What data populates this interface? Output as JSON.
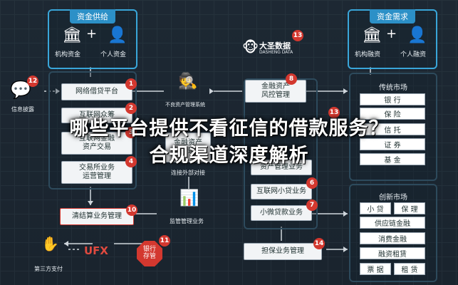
{
  "panels": {
    "supply_title": "资金供给",
    "demand_title": "资金需求",
    "traditional_title": "传统市场",
    "innovative_title": "创新市场"
  },
  "supply": {
    "institution_label": "机构资金",
    "individual_label": "个人资金"
  },
  "demand": {
    "institution_label": "机构融资",
    "individual_label": "个人融资"
  },
  "left_boxes": [
    {
      "num": "1",
      "text": "网络借贷平台"
    },
    {
      "num": "2",
      "text": "互联网众筹"
    },
    {
      "num": "3",
      "text": "互联网金融\n资产交易"
    },
    {
      "num": "4",
      "text": "交易所业务\n运营管理"
    }
  ],
  "info_disclosure": {
    "num": "12",
    "label": "信息披露"
  },
  "clearing": {
    "num": "10",
    "text": "清结算业务管理"
  },
  "third_party": {
    "label": "第三方支付",
    "brand": "UFX"
  },
  "bank_custody": {
    "num": "11",
    "text": "银行\n存管"
  },
  "center": {
    "bad_asset_label": "不良资产管理系统",
    "asset_mgmt_text": "金融资产\n管理",
    "external_label": "连接外部对接",
    "regulation_label": "监管管理业务"
  },
  "dasheng": {
    "num": "13",
    "name": "大圣数据",
    "sub": "DASHENG DATA"
  },
  "right_center": [
    {
      "num": "8",
      "text": "金融资产\n风控管理"
    },
    {
      "num": "13",
      "text": "资产管理业务"
    },
    {
      "num": "6",
      "text": "互联网小贷业务"
    },
    {
      "num": "7",
      "text": "小微贷款业务"
    }
  ],
  "guarantee": {
    "num": "14",
    "text": "担保业务管理"
  },
  "traditional_items": [
    "银 行",
    "保 险",
    "信 托",
    "证 券",
    "基 金"
  ],
  "innovative_items": [
    [
      "小 贷",
      "保 理"
    ],
    [
      "供应链金融"
    ],
    [
      "消费金融"
    ],
    [
      "融资租赁"
    ],
    [
      "票 据",
      "租 赁"
    ]
  ],
  "headline": {
    "line1": "哪些平台提供不看征信的借款服务？",
    "line2": "合规渠道深度解析"
  },
  "colors": {
    "accent": "#2c90c7",
    "badge": "#d3382f",
    "border": "#39a6d9"
  }
}
